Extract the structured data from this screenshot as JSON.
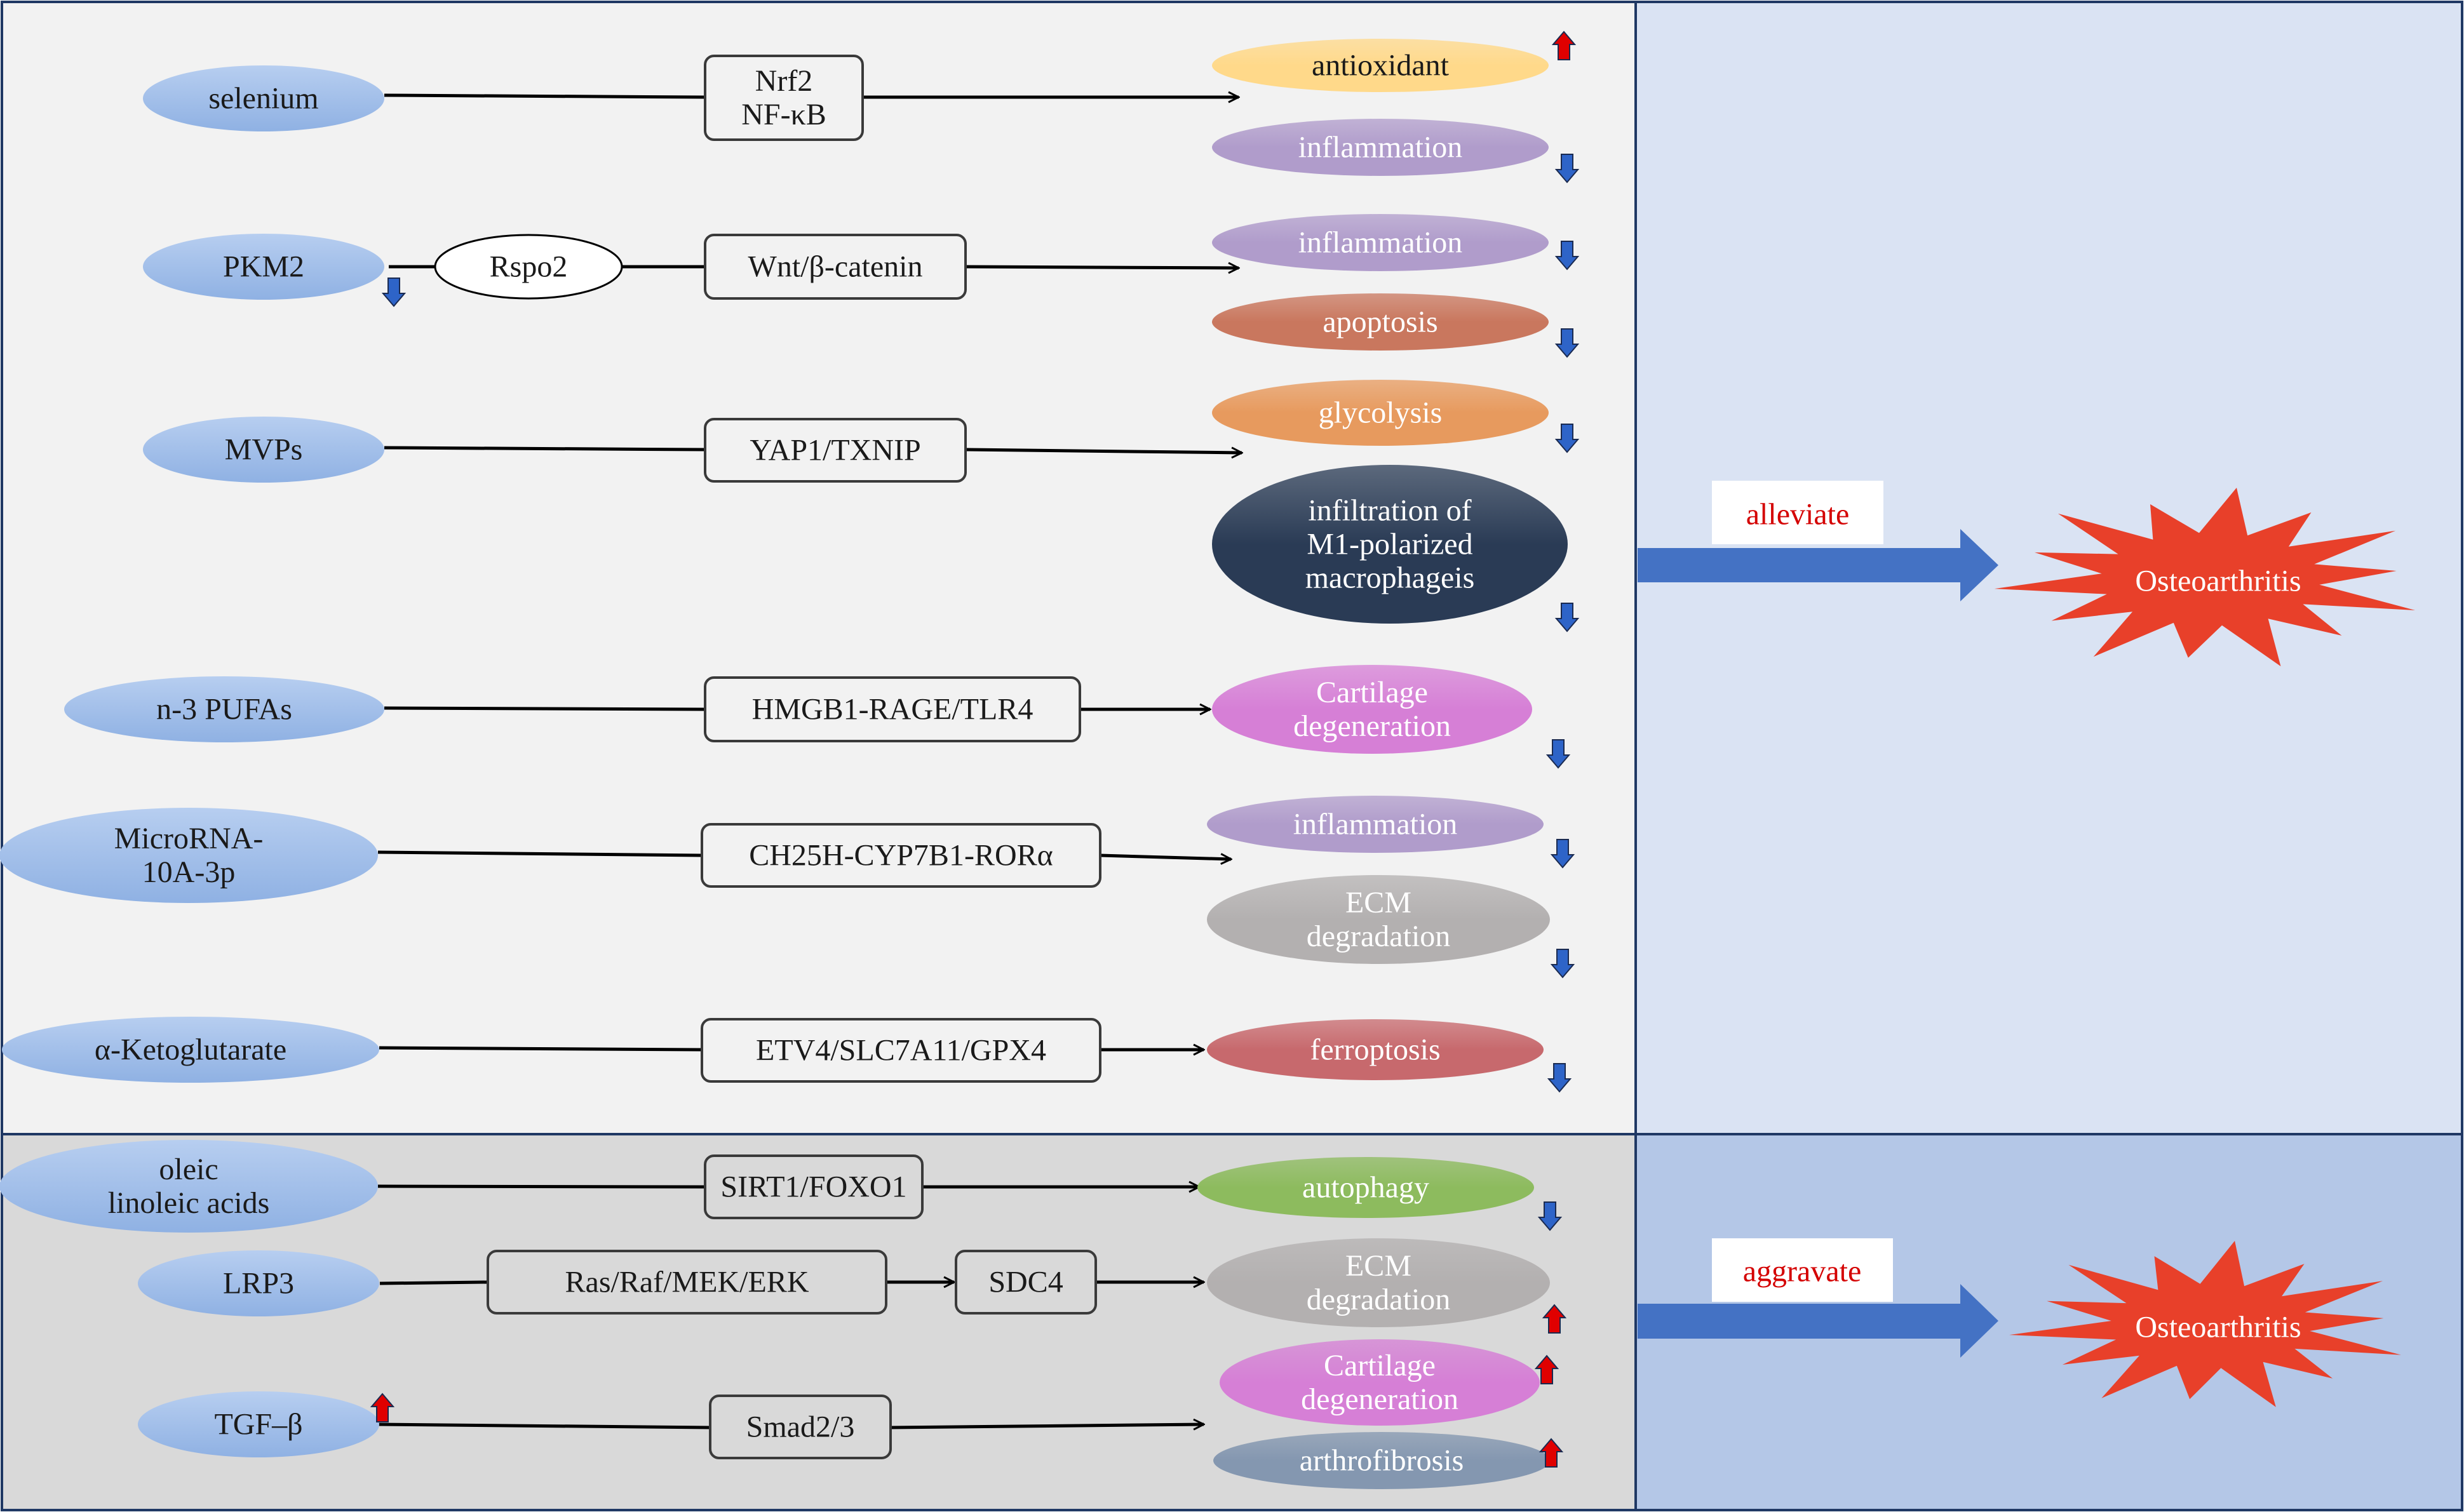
{
  "colors": {
    "top_panel_bg": "#f2f2f2",
    "bottom_panel_bg": "#d9d9d9",
    "right_top_bg": "#dae3f3",
    "right_bottom_bg": "#b4c7e7",
    "border": "#1f3864",
    "up_arrow": "#e00000",
    "down_arrow": "#2e64c8",
    "burst": "#e8402a",
    "big_arrow": "#4472c4",
    "effect_label_text": "#d40000"
  },
  "alleviate": {
    "rows": [
      {
        "source": {
          "lines": [
            "selenium"
          ]
        },
        "pathway": [
          {
            "lines": [
              "Nrf2",
              "NF-κB"
            ]
          }
        ],
        "outcomes": [
          {
            "lines": [
              "antioxidant"
            ],
            "color": "#ffd98a",
            "text_color": "#1a1a1a",
            "direction": "up"
          },
          {
            "lines": [
              "inflammation"
            ],
            "color": "#b09ccb",
            "text_color": "#ffffff",
            "direction": "down"
          }
        ]
      },
      {
        "source": {
          "lines": [
            "PKM2"
          ],
          "direction": "down"
        },
        "mediator": {
          "lines": [
            "Rspo2"
          ]
        },
        "pathway": [
          {
            "lines": [
              "Wnt/β-catenin"
            ]
          }
        ],
        "outcomes": [
          {
            "lines": [
              "inflammation"
            ],
            "color": "#b09ccb",
            "text_color": "#ffffff",
            "direction": "down"
          },
          {
            "lines": [
              "apoptosis"
            ],
            "color": "#c9775e",
            "text_color": "#ffffff",
            "direction": "down"
          }
        ]
      },
      {
        "source": {
          "lines": [
            "MVPs"
          ]
        },
        "pathway": [
          {
            "lines": [
              "YAP1/TXNIP"
            ]
          }
        ],
        "outcomes": [
          {
            "lines": [
              "glycolysis"
            ],
            "color": "#e79a5e",
            "text_color": "#ffffff",
            "direction": "down"
          },
          {
            "lines": [
              "infiltration of",
              "M1-polarized",
              "macrophageis"
            ],
            "color": "#2a3b55",
            "text_color": "#ffffff",
            "direction": "down"
          }
        ]
      },
      {
        "source": {
          "lines": [
            "n-3 PUFAs"
          ]
        },
        "pathway": [
          {
            "lines": [
              "HMGB1-RAGE/TLR4"
            ]
          }
        ],
        "outcomes": [
          {
            "lines": [
              "Cartilage",
              "degeneration"
            ],
            "color": "#d67fd6",
            "text_color": "#ffffff",
            "direction": "down"
          }
        ]
      },
      {
        "source": {
          "lines": [
            "MicroRNA-",
            "10A-3p"
          ]
        },
        "pathway": [
          {
            "lines": [
              "CH25H-CYP7B1-RORα"
            ]
          }
        ],
        "outcomes": [
          {
            "lines": [
              "inflammation"
            ],
            "color": "#b09ccb",
            "text_color": "#ffffff",
            "direction": "down"
          },
          {
            "lines": [
              "ECM",
              "degradation"
            ],
            "color": "#b3b0b0",
            "text_color": "#ffffff",
            "direction": "down"
          }
        ]
      },
      {
        "source": {
          "lines": [
            "α-Ketoglutarate"
          ]
        },
        "pathway": [
          {
            "lines": [
              "ETV4/SLC7A11/GPX4"
            ]
          }
        ],
        "outcomes": [
          {
            "lines": [
              "ferroptosis"
            ],
            "color": "#c7696d",
            "text_color": "#ffffff",
            "direction": "down"
          }
        ]
      }
    ],
    "effect_label": "alleviate",
    "disease": "Osteoarthritis"
  },
  "aggravate": {
    "rows": [
      {
        "source": {
          "lines": [
            "oleic",
            "linoleic acids"
          ]
        },
        "pathway": [
          {
            "lines": [
              "SIRT1/FOXO1"
            ]
          }
        ],
        "outcomes": [
          {
            "lines": [
              "autophagy"
            ],
            "color": "#8dbb5e",
            "text_color": "#ffffff",
            "direction": "down"
          }
        ]
      },
      {
        "source": {
          "lines": [
            "LRP3"
          ]
        },
        "pathway": [
          {
            "lines": [
              "Ras/Raf/MEK/ERK"
            ]
          },
          {
            "lines": [
              "SDC4"
            ]
          }
        ],
        "outcomes": [
          {
            "lines": [
              "ECM",
              "degradation"
            ],
            "color": "#b3b0b0",
            "text_color": "#ffffff",
            "direction": "up"
          }
        ]
      },
      {
        "source": {
          "lines": [
            "TGF–β"
          ],
          "direction": "up"
        },
        "pathway": [
          {
            "lines": [
              "Smad2/3"
            ]
          }
        ],
        "outcomes": [
          {
            "lines": [
              "Cartilage",
              "degeneration"
            ],
            "color": "#d67fd6",
            "text_color": "#ffffff",
            "direction": "up"
          },
          {
            "lines": [
              "arthrofibrosis"
            ],
            "color": "#8497b0",
            "text_color": "#ffffff",
            "direction": "up"
          }
        ]
      }
    ],
    "effect_label": "aggravate",
    "disease": "Osteoarthritis"
  }
}
